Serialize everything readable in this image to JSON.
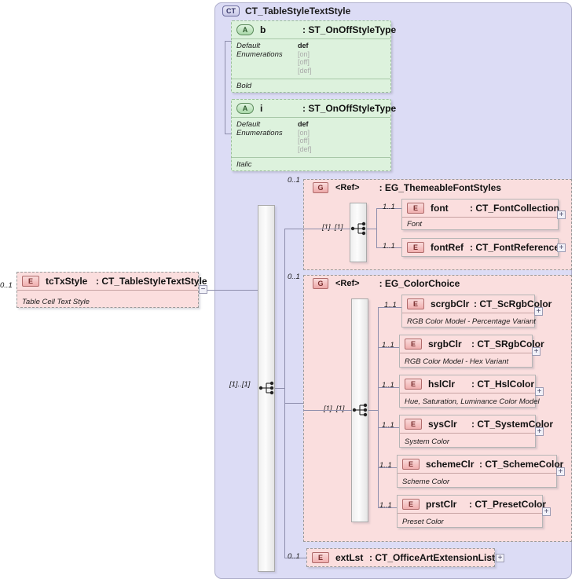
{
  "diagram": {
    "title": "CT_TableStyleTextStyle",
    "type_badge": "CT"
  },
  "root_element": {
    "badge": "E",
    "name": "tcTxStyle",
    "type": ": CT_TableStyleTextStyle",
    "documentation": "Table Cell Text Style",
    "cardinality": "0..1",
    "collapse_toggle": "−"
  },
  "attributes": [
    {
      "badge": "A",
      "name": "b",
      "type": ": ST_OnOffStyleType",
      "facet_labels": [
        "Default",
        "Enumerations"
      ],
      "default_value": "def",
      "enumerations": [
        "[on]",
        "[off]",
        "[def]"
      ],
      "documentation": "Bold"
    },
    {
      "badge": "A",
      "name": "i",
      "type": ": ST_OnOffStyleType",
      "facet_labels": [
        "Default",
        "Enumerations"
      ],
      "default_value": "def",
      "enumerations": [
        "[on]",
        "[off]",
        "[def]"
      ],
      "documentation": "Italic"
    }
  ],
  "groups": [
    {
      "badge": "G",
      "ref_label": "<Ref>",
      "type": ": EG_ThemeableFontStyles",
      "cardinality": "0..1",
      "compositor_cardinality": "[1]..[1]",
      "compositor": "choice",
      "children": [
        {
          "badge": "E",
          "name": "font",
          "type": ": CT_FontCollection",
          "documentation": "Font",
          "cardinality": "1..1",
          "expand_toggle": "+"
        },
        {
          "badge": "E",
          "name": "fontRef",
          "type": ": CT_FontReference",
          "documentation": "",
          "cardinality": "1..1",
          "expand_toggle": "+"
        }
      ]
    },
    {
      "badge": "G",
      "ref_label": "<Ref>",
      "type": ": EG_ColorChoice",
      "cardinality": "0..1",
      "compositor_cardinality": "[1]..[1]",
      "compositor": "choice",
      "children": [
        {
          "badge": "E",
          "name": "scrgbClr",
          "type": ": CT_ScRgbColor",
          "documentation": "RGB Color Model - Percentage Variant",
          "cardinality": "1..1",
          "expand_toggle": "+"
        },
        {
          "badge": "E",
          "name": "srgbClr",
          "type": ": CT_SRgbColor",
          "documentation": "RGB Color Model - Hex Variant",
          "cardinality": "1..1",
          "expand_toggle": "+"
        },
        {
          "badge": "E",
          "name": "hslClr",
          "type": ": CT_HslColor",
          "documentation": "Hue, Saturation, Luminance Color Model",
          "cardinality": "1..1",
          "expand_toggle": "+"
        },
        {
          "badge": "E",
          "name": "sysClr",
          "type": ": CT_SystemColor",
          "documentation": "System Color",
          "cardinality": "1..1",
          "expand_toggle": "+"
        },
        {
          "badge": "E",
          "name": "schemeClr",
          "type": ": CT_SchemeColor",
          "documentation": "Scheme Color",
          "cardinality": "1..1",
          "expand_toggle": "+"
        },
        {
          "badge": "E",
          "name": "prstClr",
          "type": ": CT_PresetColor",
          "documentation": "Preset Color",
          "cardinality": "1..1",
          "expand_toggle": "+"
        }
      ]
    }
  ],
  "ext_element": {
    "badge": "E",
    "name": "extLst",
    "type": ": CT_OfficeArtExtensionList",
    "cardinality": "0..1",
    "expand_toggle": "+"
  },
  "main_compositor": {
    "cardinality": "[1]..[1]",
    "kind": "sequence"
  },
  "colors": {
    "container_bg": "#dcdcf5",
    "attribute_bg": "#ddf2dd",
    "element_bg": "#fbdede",
    "group_bg": "#fadede",
    "line": "#8e8eac"
  }
}
